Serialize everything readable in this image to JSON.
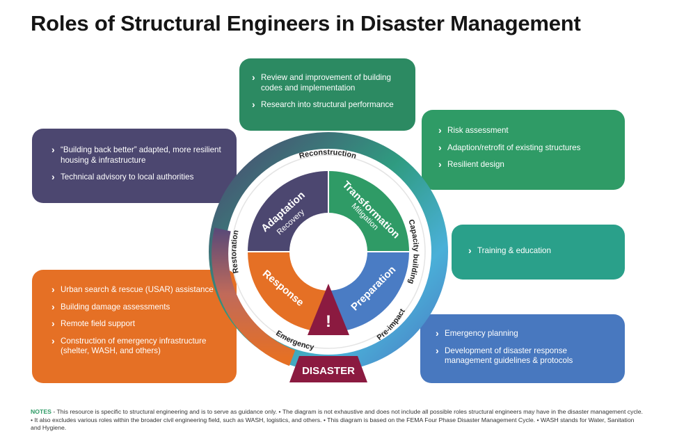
{
  "title": "Roles of Structural Engineers in Disaster Management",
  "boxes": {
    "top": [
      "Review and improvement of building codes and implementation",
      "Research into structural performance"
    ],
    "top_right": [
      "Risk assessment",
      "Adaption/retrofit of existing structures",
      "Resilient design"
    ],
    "right": [
      "Training & education"
    ],
    "bottom_right": [
      "Emergency planning",
      "Development of disaster response management guidelines & protocols"
    ],
    "top_left": [
      "“Building back better” adapted, more resilient housing & infrastructure",
      "Technical advisory to local authorities"
    ],
    "bottom_left": [
      "Urban search & rescue (USAR) assistance",
      "Building damage assessments",
      "Remote field support",
      "Construction of emergency infrastructure (shelter, WASH, and others)"
    ]
  },
  "ring_labels": {
    "reconstruction": "Reconstruction",
    "capacity_building": "Capacity building",
    "pre_impact": "Pre-impact",
    "emergency": "Emergency",
    "restoration": "Restoration"
  },
  "quadrants": {
    "adaptation": {
      "title": "Adaptation",
      "subtitle": "Recovery"
    },
    "transformation": {
      "title": "Transformation",
      "subtitle": "Mitigation"
    },
    "preparation": {
      "title": "Preparation"
    },
    "response": {
      "title": "Response"
    }
  },
  "disaster_label": "DISASTER",
  "exclamation": "!",
  "notes": {
    "label": "NOTES",
    "text": " - This resource is specific to structural engineering and is to serve as guidance only. • The diagram is not exhaustive and does not include all possible roles structural engineers may have in the disaster management cycle. • It also excludes various roles within the broader civil engineering field, such as WASH, logistics, and others. • This diagram is based on the FEMA Four Phase Disaster Management Cycle. • WASH stands for Water, Sanitation and Hygiene."
  },
  "colors": {
    "adaptation": "#4c4770",
    "transformation": "#2f9b66",
    "preparation": "#4a7cc4",
    "response": "#e57025",
    "disaster": "#8b1a40",
    "mitigation_box": "#2c8a62",
    "training_box": "#2aa08a"
  }
}
